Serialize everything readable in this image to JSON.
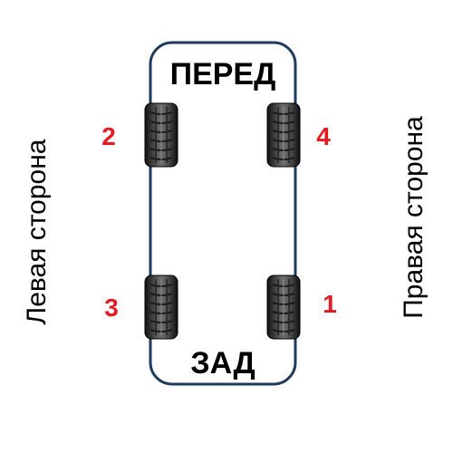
{
  "labels": {
    "front": "ПЕРЕД",
    "rear": "ЗАД",
    "left_side": "Левая сторона",
    "right_side": "Правая сторона"
  },
  "wheels": {
    "front_left": "2",
    "front_right": "4",
    "rear_left": "3",
    "rear_right": "1"
  },
  "colors": {
    "outline": "#1e3a5f",
    "wheel_number": "#e31b23",
    "text": "#000000"
  }
}
